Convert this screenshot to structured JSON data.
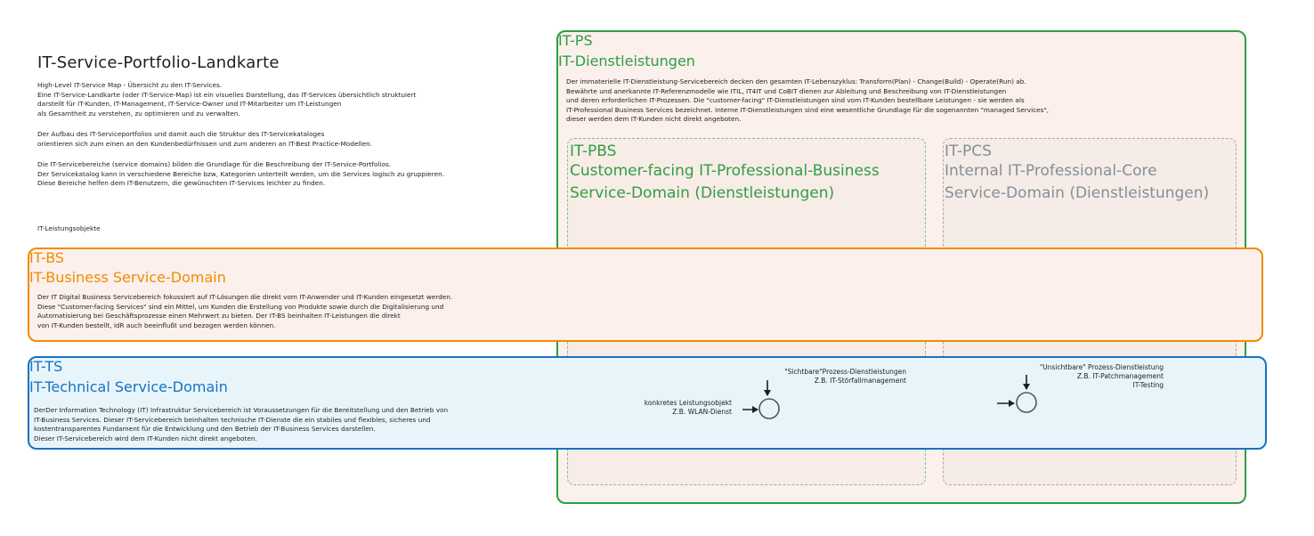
{
  "overview": {
    "title": "IT-Service-Portfolio-Landkarte",
    "paragraph1": "High-Level IT-Service Map - Übersicht zu den IT-Services.\nEine IT-Service-Landkarte (oder IT-Service-Map) ist ein visuelles Darstellung, das IT-Services übersichtlich struktuiert\ndarstellt für IT-Kunden, IT-Management, IT-Service-Owner und IT-Mitarbeiter um IT-Leistungen\nals Gesamtheit zu verstehen, zu optimieren und zu verwalten.",
    "paragraph2": "Der Aufbau des IT-Serviceportfolios und damit auch die Struktur des IT-Servicekataloges\norientieren sich zum einen an den Kundenbedürfnissen und zum anderen an IT-Best Practice-Modellen.",
    "paragraph3": "Die IT-Servicebereiche (service domains) bilden die Grundlage für die Beschreibung der IT-Service-Portfolios.\nDer Servicekatalog kann in verschiedene Bereiche bzw, Kategorien unterteilt werden, um die Services logisch zu gruppieren.\nDiese Bereiche helfen dem IT-Benutzern, die gewünschten IT-Services leichter zu finden.",
    "objects_label": "IT-Leistungsobjekte"
  },
  "it_ps": {
    "code": "IT-PS",
    "name": "IT-Dienstleistungen",
    "description": "Der immaterielle IT-Dienstleistung-Servicebereich decken den gesamten IT-Lebenszyklus: Transform(Plan) - Change(Build) - Operate(Run) ab.\nBewährte und anerkannte IT-Referenzmodelle wie ITIL, IT4IT und CoBIT dienen zur Ableitung und Beschreibung von IT-Dienstleistungen\nund deren erforderlichen IT-Prozessen. Die \"customer-facing\" IT-Dienstleistungen sind vom IT-Kunden bestellbare Leistungen - sie werden als\nIT-Professional Business Services bezeichnet. Interne IT-Dienstleistungen sind eine wesentliche Grundlage für die sogenannten \"managed Services\",\ndieser werden dem IT-Kunden nicht direkt angeboten."
  },
  "it_pbs": {
    "code": "IT-PBS",
    "name": "Customer-facing IT-Professional-Business\nService-Domain (Dienstleistungen)"
  },
  "it_pcs": {
    "code": "IT-PCS",
    "name": "Internal IT-Professional-Core\nService-Domain (Dienstleistungen)"
  },
  "it_bs": {
    "code": "IT-BS",
    "name": "IT-Business Service-Domain",
    "description": "Der IT Digital Business Servicebereich fokussiert auf IT-Lösungen die direkt vom IT-Anwender und IT-Kunden eingesetzt werden.\nDiese \"Customer-facing Services\" sind ein Mittel, um Kunden die Erstellung von Produkte sowie durch die Digitalisierung und\nAutomatisierung bei Geschäftsprozesse einen Mehrwert zu bieten. Der IT-BS beinhalten IT-Leistungen die direkt\nvon IT-Kunden bestellt, idR auch beeinflußt und bezogen werden können."
  },
  "it_ts": {
    "code": "IT-TS",
    "name": "IT-Technical Service-Domain",
    "description": "DerDer Information Technology (IT) Infrastruktur Servicebereich ist Voraussetzungen für die Bereitstellung und den Betrieb von\nIT-Business Services. Dieser IT-Servicebereich beinhalten technische IT-Dienste die ein stabiles und flexibles, sicheres und\nkostentransparentes Fundament für die Entwicklung und den Betrieb der IT-Business Services darstellen.\nDieser IT-Servicebereich wird dem IT-Kunden nicht direkt angeboten."
  },
  "legend": {
    "object_label": "konkretes Leistungsobjekt\nZ.B. WLAN-Dienst",
    "visible_label": "\"Sichtbare\"Prozess-Dienstleistungen\nZ.B. IT-Störfallmanagement",
    "invisible_label": "\"Unsichtbare\" Prozess-Dienstleistung\nZ.B. IT-Patchmanagement\nIT-Testing"
  },
  "colors": {
    "ps_green": "#2f9e44",
    "bs_orange": "#f08c00",
    "ts_blue": "#1971c2",
    "pcs_gray": "#868e96"
  }
}
